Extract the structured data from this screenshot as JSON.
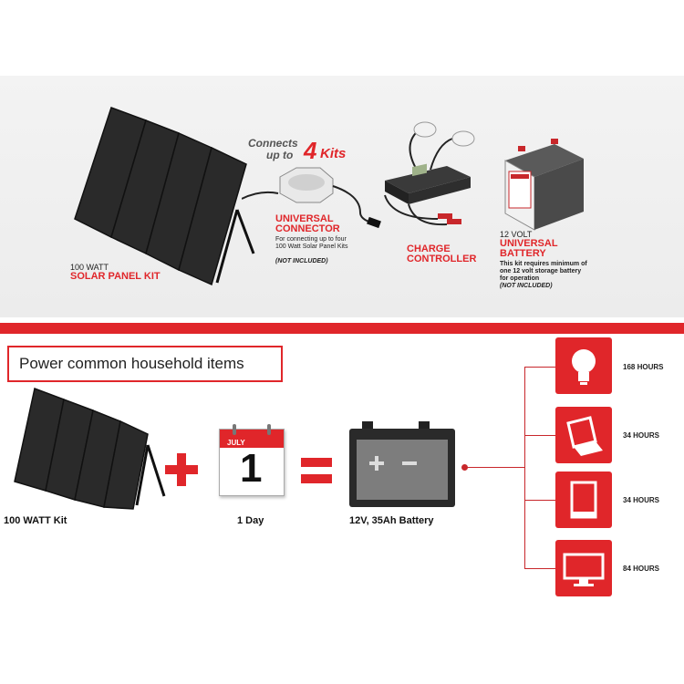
{
  "top": {
    "connects_line1": "Connects",
    "connects_line2": "up to",
    "connects_num": "4",
    "connects_kits": "Kits",
    "panel_watt": "100 WATT",
    "panel_name": "SOLAR PANEL KIT",
    "connector_title1": "UNIVERSAL",
    "connector_title2": "CONNECTOR",
    "connector_desc": "For connecting up to four 100 Watt Solar Panel Kits",
    "connector_note": "(NOT INCLUDED)",
    "controller_title1": "CHARGE",
    "controller_title2": "CONTROLLER",
    "battery_volt": "12 VOLT",
    "battery_title1": "UNIVERSAL",
    "battery_title2": "BATTERY",
    "battery_desc": "This kit requires minimum of one 12 volt storage battery for operation",
    "battery_note": "(NOT INCLUDED)"
  },
  "bottom": {
    "heading": "Power common household items",
    "kit_label": "100 WATT Kit",
    "calendar_month": "JULY",
    "calendar_day": "1",
    "day_label": "1 Day",
    "battery_label": "12V, 35Ah Battery",
    "items": [
      {
        "icon": "light-bulb-icon",
        "hours": "168 HOURS"
      },
      {
        "icon": "laptop-icon",
        "hours": "34 HOURS"
      },
      {
        "icon": "tablet-icon",
        "hours": "34 HOURS"
      },
      {
        "icon": "tv-icon",
        "hours": "84 HOURS"
      }
    ]
  },
  "colors": {
    "accent": "#e0262a",
    "panel": "#2b2b2b"
  }
}
